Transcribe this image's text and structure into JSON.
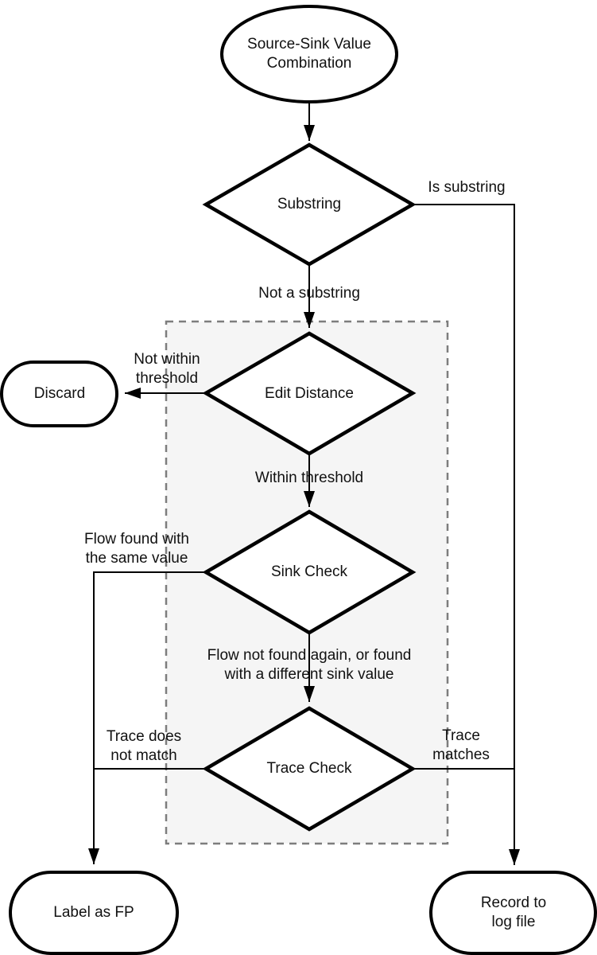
{
  "flowchart": {
    "nodes": {
      "start": {
        "type": "start-ellipse",
        "label": "Source-Sink Value Combination",
        "lines": [
          "Source-Sink Value",
          "Combination"
        ]
      },
      "substring": {
        "type": "decision",
        "label": "Substring"
      },
      "edit_distance": {
        "type": "decision",
        "label": "Edit Distance"
      },
      "discard": {
        "type": "terminator",
        "label": "Discard"
      },
      "sink_check": {
        "type": "decision",
        "label": "Sink Check"
      },
      "trace_check": {
        "type": "decision",
        "label": "Trace Check"
      },
      "label_fp": {
        "type": "terminator",
        "label": "Label as FP"
      },
      "record_log": {
        "type": "terminator",
        "label": "Record to log file"
      }
    },
    "edge_labels": {
      "is_substring": {
        "label": "Is substring",
        "lines": [
          "Is substring"
        ]
      },
      "not_a_substring": {
        "label": "Not a substring",
        "lines": [
          "Not a substring"
        ]
      },
      "not_within_threshold": {
        "label": "Not within threshold",
        "lines": [
          "Not within",
          "threshold"
        ]
      },
      "within_threshold": {
        "label": "Within threshold",
        "lines": [
          "Within threshold"
        ]
      },
      "flow_found_same": {
        "label": "Flow found with the same value",
        "lines": [
          "Flow found with",
          "the same value"
        ]
      },
      "flow_not_found": {
        "label": "Flow not found again, or found with a different sink value",
        "lines": [
          "Flow not found again, or found",
          "with a different sink value"
        ]
      },
      "trace_no_match": {
        "label": "Trace does not match",
        "lines": [
          "Trace does",
          "not match"
        ]
      },
      "trace_matches": {
        "label": "Trace matches",
        "lines": [
          "Trace",
          "matches"
        ]
      }
    },
    "edges": [
      {
        "from": "start",
        "to": "substring",
        "label": ""
      },
      {
        "from": "substring",
        "to": "record_log",
        "label": "Is substring"
      },
      {
        "from": "substring",
        "to": "edit_distance",
        "label": "Not a substring"
      },
      {
        "from": "edit_distance",
        "to": "discard",
        "label": "Not within threshold"
      },
      {
        "from": "edit_distance",
        "to": "sink_check",
        "label": "Within threshold"
      },
      {
        "from": "sink_check",
        "to": "label_fp",
        "label": "Flow found with the same value"
      },
      {
        "from": "sink_check",
        "to": "trace_check",
        "label": "Flow not found again, or found with a different sink value"
      },
      {
        "from": "trace_check",
        "to": "label_fp",
        "label": "Trace does not match"
      },
      {
        "from": "trace_check",
        "to": "record_log",
        "label": "Trace matches"
      }
    ],
    "colors": {
      "background": "#ffffff",
      "node_fill": "#ffffff",
      "node_stroke": "#000000",
      "connector": "#000000",
      "group_fill": "#f5f5f5",
      "group_border": "#7d7d7d",
      "text": "#111111"
    }
  }
}
